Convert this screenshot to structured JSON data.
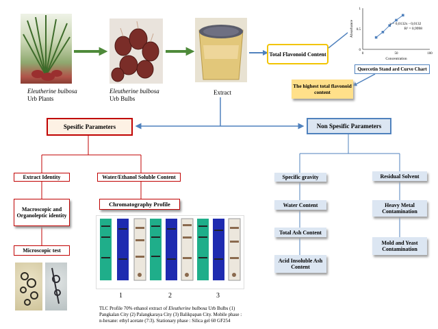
{
  "top_flow": {
    "plant_caption_italic": "Eleutherine bulbosa",
    "plant_caption_sub": "Urb Plants",
    "bulb_caption_italic": "Eleutherine bulbosa",
    "bulb_caption_sub": "Urb Bulbs",
    "extract_caption": "Extract"
  },
  "flavonoid": {
    "total_label": "Total Flavonoid Content",
    "highest_label": "The highest total flavonoid content",
    "curve_label": "Quercetin Stand ard Curve Chart"
  },
  "chart_data": {
    "type": "scatter",
    "x": [
      20,
      30,
      40,
      50,
      60
    ],
    "y": [
      0.29,
      0.42,
      0.58,
      0.71,
      0.83
    ],
    "xlabel": "Concentration",
    "ylabel": "Absorbance",
    "xlim": [
      0,
      100
    ],
    "ylim": [
      0,
      1
    ],
    "xticks": [
      "0",
      "50",
      "100"
    ],
    "yticks": [
      "0",
      "0.5",
      "1"
    ],
    "equation": "y = 0,0132x - 0,0132",
    "r2": "R² = 0,9998"
  },
  "specific": {
    "title": "Spesific Parameters",
    "extract_identity": "Extract Identity",
    "macroscopic": "Macroscopic and Organoleptic identity",
    "microscopic": "Microscopic test",
    "soluble": "Water/Ethanol Soluble Content",
    "chromatography": "Chromatography Profile"
  },
  "tlc": {
    "group_labels": [
      "1",
      "2",
      "3"
    ],
    "caption_1": "TLC Profile 70% ethanol extract of ",
    "caption_italic": "Eleutherine bulbosa",
    "caption_2": " Urb Bulbs (1) Pangkalan City (2) Palangkaraya City (3) Balikpapan City. Mobile phase : n-hexane: ethyl acetate (7:3). Stationary phase : Silica gel 60 GF254"
  },
  "non_specific": {
    "title": "Non Spesific Parameters",
    "specific_gravity": "Specific gravity",
    "water_content": "Water Content",
    "total_ash": "Total Ash Content",
    "acid_ash": "Acid Insoluble Ash Content",
    "residual_solvent": "Residual Solvent",
    "heavy_metal": "Heavy Metal Contamination",
    "mold_yeast": "Mold and Yeast Contamination"
  },
  "colors": {
    "green_arrow": "#4e8a3a",
    "blue_arrow": "#4f81bd",
    "red_line": "#c00000",
    "yellow_border": "#f2c400",
    "blue_box": "#dce6f2"
  }
}
